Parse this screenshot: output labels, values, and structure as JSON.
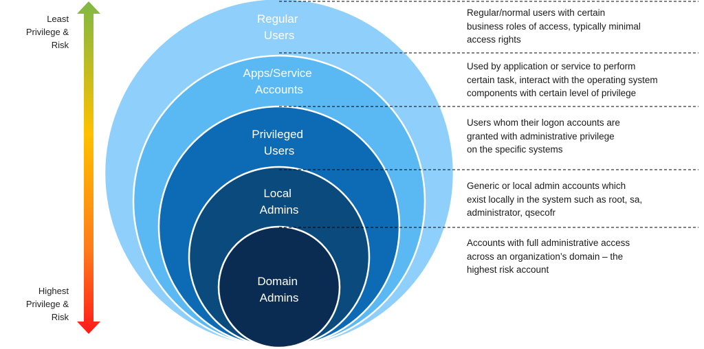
{
  "risk_axis": {
    "top_label": "Least\nPrivilege &\nRisk",
    "bottom_label": "Highest\nPrivilege &\nRisk",
    "gradient_colors": [
      "#7fb843",
      "#ffc000",
      "#ff7a1a",
      "#ff1a1a"
    ]
  },
  "layers": [
    {
      "line1": "Regular",
      "line2": "Users",
      "description": "Regular/normal users with certain\nbusiness roles of access, typically minimal\naccess rights",
      "fill": "#8ed0fb",
      "text_color": "#ffffff"
    },
    {
      "line1": "Apps/Service",
      "line2": "Accounts",
      "description": "Used by application or service to perform\ncertain task, interact with the operating system\ncomponents with certain level of privilege",
      "fill": "#5ab8f3",
      "text_color": "#ffffff"
    },
    {
      "line1": "Privileged",
      "line2": "Users",
      "description": "Users whom their logon accounts are\ngranted with administrative privilege\non the specific systems",
      "fill": "#0d6ab4",
      "text_color": "#ffffff"
    },
    {
      "line1": "Local",
      "line2": "Admins",
      "description": "Generic or local admin accounts which\nexist locally in the system such as root, sa,\nadministrator, qsecofr",
      "fill": "#0a4a7d",
      "text_color": "#ffffff"
    },
    {
      "line1": "Domain",
      "line2": "Admins",
      "description": "Accounts with full administrative access\nacross an organization’s domain – the\nhighest risk account",
      "fill": "#0a2b52",
      "text_color": "#ffffff"
    }
  ]
}
